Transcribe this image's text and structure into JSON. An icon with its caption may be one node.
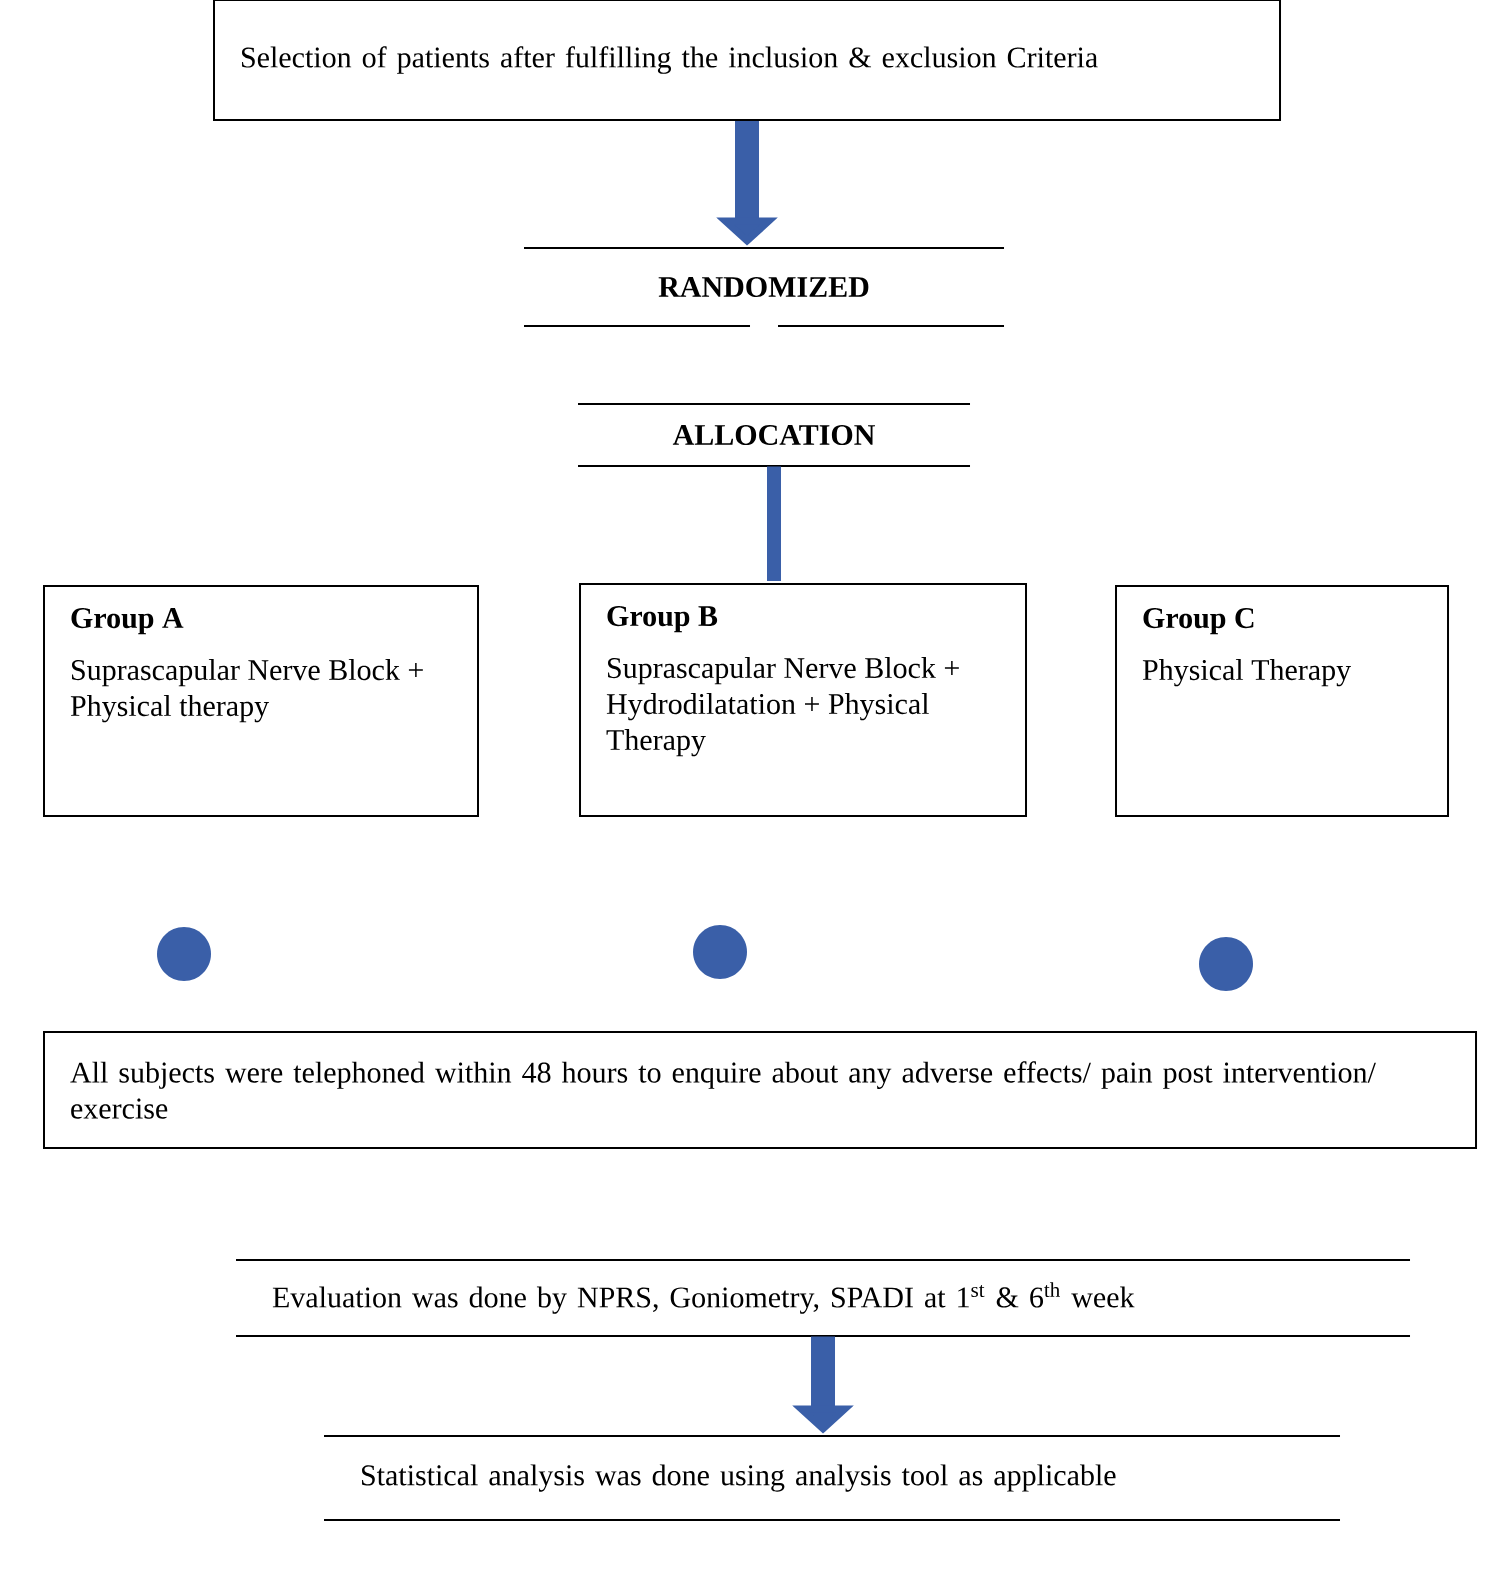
{
  "diagram": {
    "nodes": [
      {
        "text": [
          "Selection of patients after fulfilling the inclusion & exclusion Criteria"
        ]
      },
      {
        "text": [
          "RANDOMIZED"
        ]
      },
      {
        "text": [
          "ALLOCATION"
        ]
      },
      {
        "text": [
          "Group A",
          "Suprascapular Nerve Block + Physical therapy"
        ]
      },
      {
        "text": [
          "Group B",
          "Suprascapular Nerve Block + Hydrodilatation + Physical Therapy"
        ]
      },
      {
        "text": [
          "Group C",
          "Physical Therapy"
        ]
      },
      {
        "text": [],
        "shape": "circle"
      },
      {
        "text": [],
        "shape": "circle"
      },
      {
        "text": [],
        "shape": "circle"
      },
      {
        "text": [
          "All subjects were telephoned within 48 hours to enquire about any adverse effects/ pain post intervention/ exercise"
        ]
      },
      {
        "text": [
          "Evaluation was done by NPRS, Goniometry, SPADI at 1$^{st}$ & 6$^{th}$ week"
        ]
      },
      {
        "text": [
          "Statistical analysis was done using analysis tool as applicable"
        ]
      }
    ],
    "edges": [
      {
        "from": 0,
        "to": 1,
        "arrow": "to"
      },
      {
        "from": 2,
        "to": 4,
        "arrow": "none"
      },
      {
        "from": 10,
        "to": 11,
        "arrow": "to"
      }
    ]
  }
}
